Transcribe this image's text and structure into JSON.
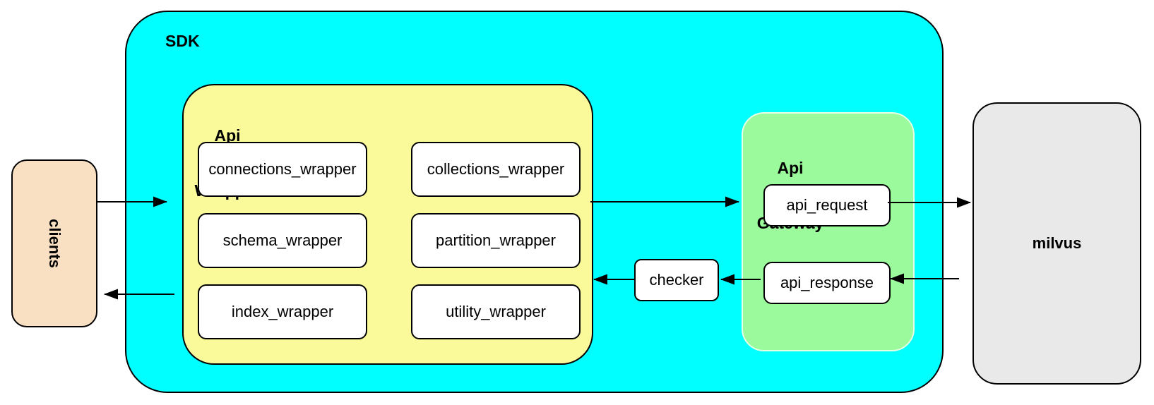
{
  "colors": {
    "sdk_fill": "#00FFFF",
    "wrapper_fill": "#FAFA9B",
    "gateway_fill": "#9BFA9B",
    "gateway_edge": "#E4FFE4",
    "clients_fill": "#FAE0C2",
    "milvus_fill": "#E9E9E9",
    "node_fill": "#FFFFFF",
    "stroke": "#000000"
  },
  "sdk": {
    "label": "SDK"
  },
  "clients": {
    "label": "clients"
  },
  "milvus": {
    "label": "milvus"
  },
  "checker": {
    "label": "checker"
  },
  "api_wrapper": {
    "label_line1": "Api",
    "label_line2": "Wrapper",
    "nodes": [
      {
        "label": "connections_wrapper"
      },
      {
        "label": "collections_wrapper"
      },
      {
        "label": "schema_wrapper"
      },
      {
        "label": "partition_wrapper"
      },
      {
        "label": "index_wrapper"
      },
      {
        "label": "utility_wrapper"
      }
    ]
  },
  "api_gateway": {
    "label_line1": "Api",
    "label_line2": "Gateway",
    "nodes": [
      {
        "label": "api_request"
      },
      {
        "label": "api_response"
      }
    ]
  }
}
